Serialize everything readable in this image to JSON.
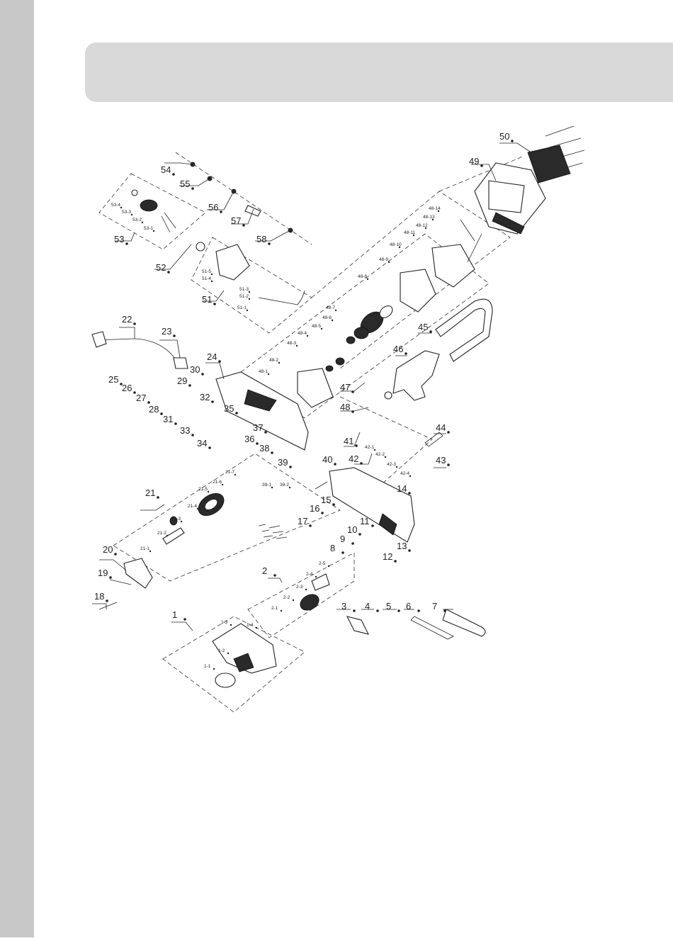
{
  "colors": {
    "side_tab": "#c8c8c8",
    "header_bar": "#d9d9d9",
    "line": "#222222"
  },
  "parts": [
    "1",
    "1-1",
    "1-2",
    "1-3",
    "1-4",
    "2",
    "2-1",
    "2-2",
    "2-3",
    "2-4",
    "2-5",
    "3",
    "4",
    "5",
    "6",
    "7",
    "8",
    "9",
    "10",
    "11",
    "12",
    "13",
    "14",
    "15",
    "16",
    "17",
    "18",
    "19",
    "20",
    "21",
    "21-1",
    "21-2",
    "21-3",
    "21-4",
    "21-5",
    "21-6",
    "21-7",
    "22",
    "23",
    "24",
    "25",
    "26",
    "27",
    "28",
    "29",
    "30",
    "31",
    "32",
    "33",
    "34",
    "35",
    "36",
    "37",
    "38",
    "39",
    "39-1",
    "39-2",
    "40",
    "41",
    "42",
    "42-1",
    "42-2",
    "42-3",
    "42-4",
    "43",
    "44",
    "45",
    "46",
    "47",
    "48",
    "48-1",
    "48-2",
    "48-3",
    "48-4",
    "48-5",
    "48-6",
    "48-7",
    "48-8",
    "48-9",
    "48-10",
    "48-11",
    "48-12",
    "48-13",
    "48-14",
    "49",
    "50",
    "51",
    "51-1",
    "51-2",
    "51-3",
    "51-4",
    "51-5",
    "52",
    "53",
    "53-1",
    "53-2",
    "53-3",
    "53-4",
    "54",
    "55",
    "56",
    "57",
    "58"
  ]
}
